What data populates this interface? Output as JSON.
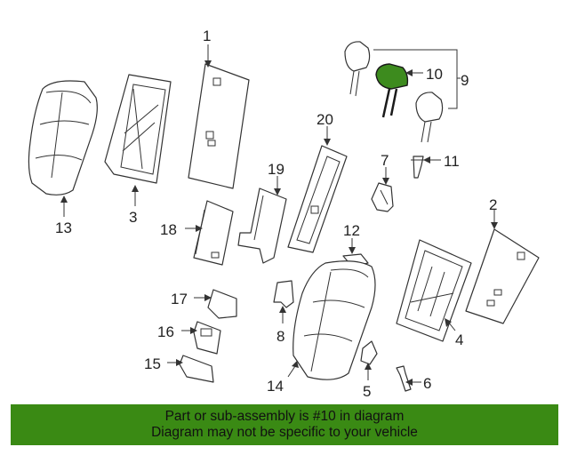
{
  "callouts": {
    "c1": "1",
    "c2": "2",
    "c3": "3",
    "c4": "4",
    "c5": "5",
    "c6": "6",
    "c7": "7",
    "c8": "8",
    "c9": "9",
    "c10": "10",
    "c11": "11",
    "c12": "12",
    "c13": "13",
    "c14": "14",
    "c15": "15",
    "c16": "16",
    "c17": "17",
    "c18": "18",
    "c19": "19",
    "c20": "20"
  },
  "highlighted_part": "10",
  "colors": {
    "highlight": "#3d8b1e",
    "banner": "#3a8a14"
  },
  "banner": {
    "line1": "Part or sub-assembly is #10 in diagram",
    "line2": "Diagram may not be specific to your vehicle"
  }
}
